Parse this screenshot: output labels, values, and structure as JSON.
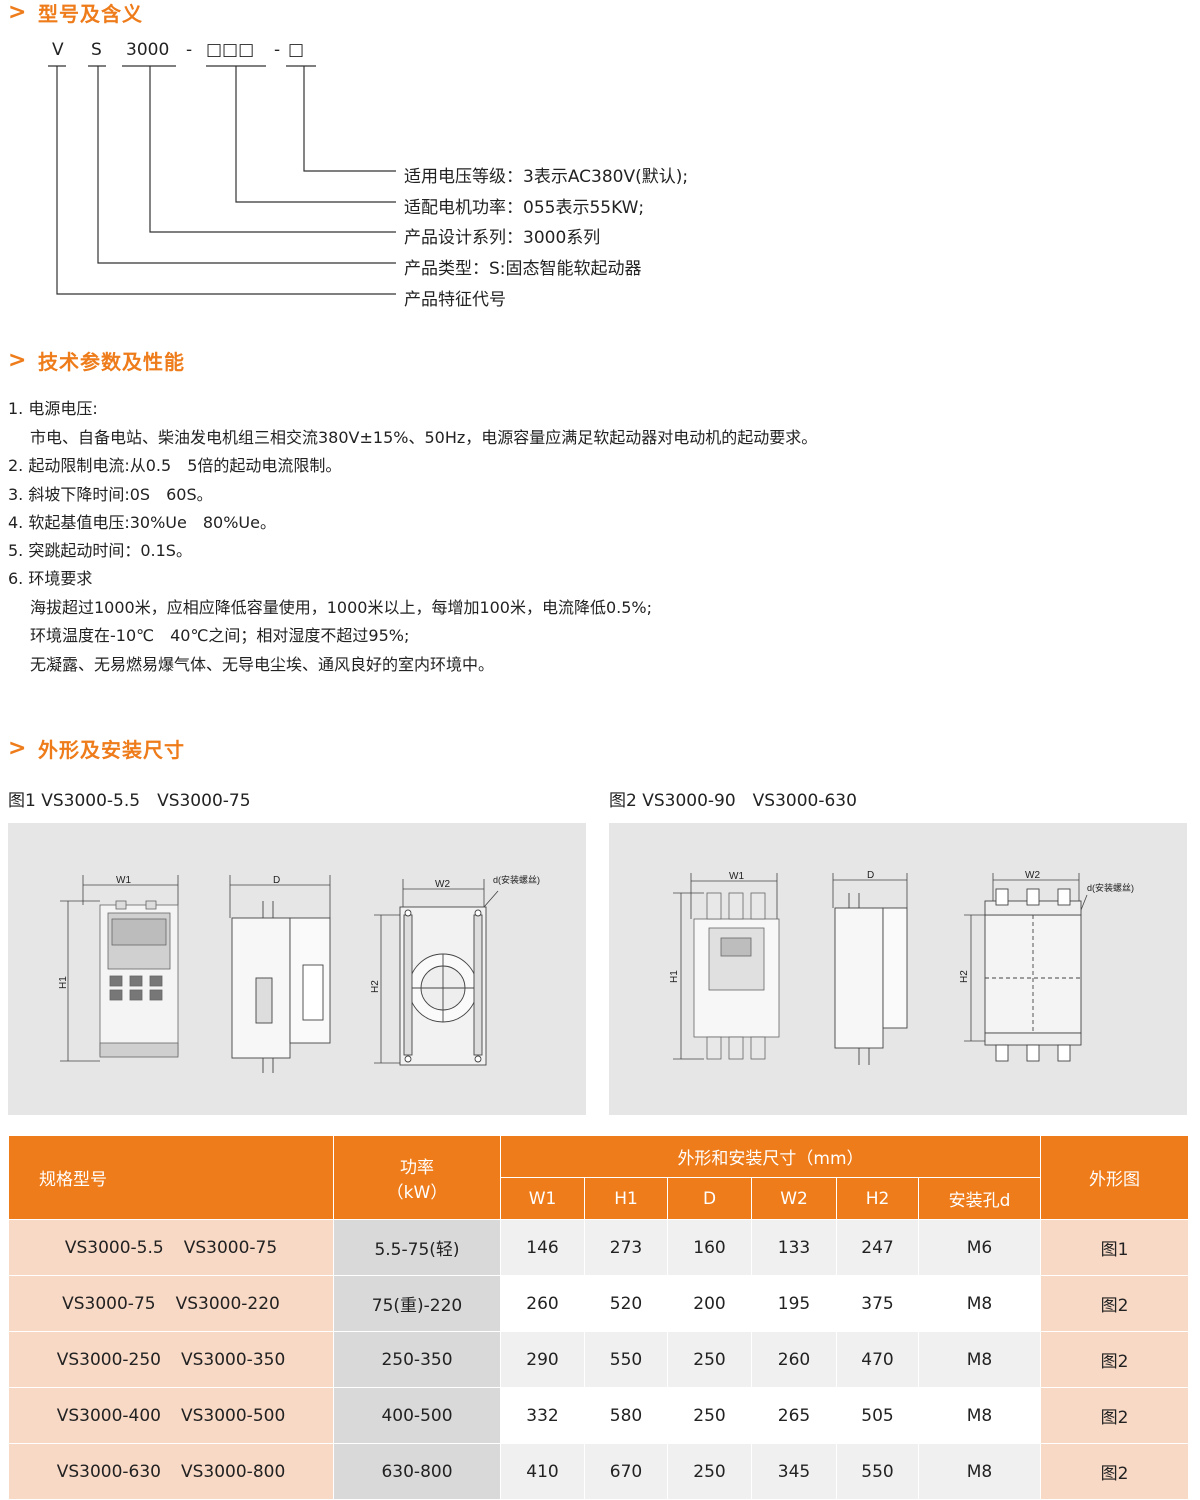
{
  "sections": {
    "model": "型号及含义",
    "tech": "技术参数及性能",
    "dims": "外形及安装尺寸"
  },
  "model_code": {
    "v": "V",
    "s": "S",
    "series": "3000",
    "dash1": "-",
    "boxes3": "□□□",
    "dash2": "-",
    "box1": "□"
  },
  "legend": [
    "适用电压等级：3表示AC380V(默认);",
    "适配电机功率：055表示55KW;",
    "产品设计系列：3000系列",
    "产品类型：S:固态智能软起动器",
    "产品特征代号"
  ],
  "tech": [
    {
      "text": "1. 电源电压:",
      "indent": false
    },
    {
      "text": "市电、自备电站、柴油发电机组三相交流380V±15%、50Hz，电源容量应满足软起动器对电动机的起动要求。",
      "indent": true
    },
    {
      "text": "2. 起动限制电流:从0.5　5倍的起动电流限制。",
      "indent": false
    },
    {
      "text": "3. 斜坡下降时间:0S　60S。",
      "indent": false
    },
    {
      "text": "4. 软起基值电压:30%Ue　80%Ue。",
      "indent": false
    },
    {
      "text": "5. 突跳起动时间：0.1S。",
      "indent": false
    },
    {
      "text": "6. 环境要求",
      "indent": false
    },
    {
      "text": "海拔超过1000米，应相应降低容量使用，1000米以上，每增加100米，电流降低0.5%;",
      "indent": true
    },
    {
      "text": "环境温度在-10℃　40℃之间；相对湿度不超过95%;",
      "indent": true
    },
    {
      "text": "无凝露、无易燃易爆气体、无导电尘埃、通风良好的室内环境中。",
      "indent": true
    }
  ],
  "figures": {
    "fig1_caption": "图1  VS3000-5.5　VS3000-75",
    "fig2_caption": "图2  VS3000-90　VS3000-630",
    "labels": {
      "w1": "W1",
      "h1": "H1",
      "d": "D",
      "w2": "W2",
      "h2": "H2",
      "hole": "d(安装螺丝)"
    }
  },
  "table": {
    "headers": {
      "model": "规格型号",
      "power": "功率",
      "power_unit": "（kW）",
      "dims_group": "外形和安装尺寸（mm）",
      "fig": "外形图"
    },
    "dim_headers": [
      "W1",
      "H1",
      "D",
      "W2",
      "H2",
      "安装孔d"
    ],
    "rows": [
      {
        "model_a": "VS3000-5.5",
        "model_b": "VS3000-75",
        "power": "5.5-75(轻)",
        "w1": "146",
        "h1": "273",
        "d": "160",
        "w2": "133",
        "h2": "247",
        "hole": "M6",
        "fig": "图1"
      },
      {
        "model_a": "VS3000-75",
        "model_b": "VS3000-220",
        "power": "75(重)-220",
        "w1": "260",
        "h1": "520",
        "d": "200",
        "w2": "195",
        "h2": "375",
        "hole": "M8",
        "fig": "图2"
      },
      {
        "model_a": "VS3000-250",
        "model_b": "VS3000-350",
        "power": "250-350",
        "w1": "290",
        "h1": "550",
        "d": "250",
        "w2": "260",
        "h2": "470",
        "hole": "M8",
        "fig": "图2"
      },
      {
        "model_a": "VS3000-400",
        "model_b": "VS3000-500",
        "power": "400-500",
        "w1": "332",
        "h1": "580",
        "d": "250",
        "w2": "265",
        "h2": "505",
        "hole": "M8",
        "fig": "图2"
      },
      {
        "model_a": "VS3000-630",
        "model_b": "VS3000-800",
        "power": "630-800",
        "w1": "410",
        "h1": "670",
        "d": "250",
        "w2": "345",
        "h2": "550",
        "hole": "M8",
        "fig": "图2"
      }
    ]
  },
  "colors": {
    "accent": "#ee7c1b",
    "model_col_bg": "#f8d9c6",
    "power_col_bg": "#d9d9d9",
    "panel_bg": "#e6e6e6"
  }
}
